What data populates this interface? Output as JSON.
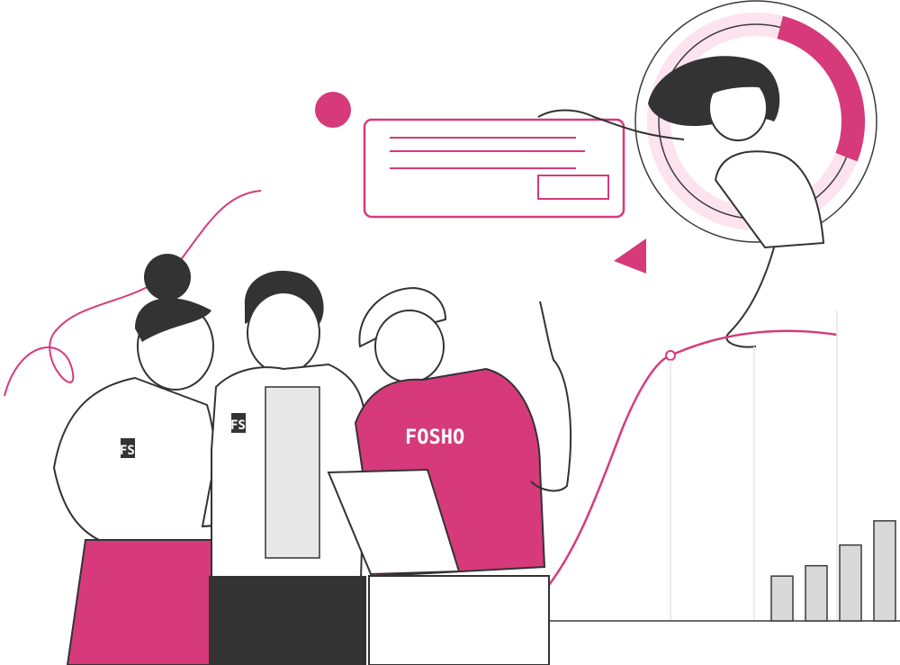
{
  "colors": {
    "accent": "#d63a7a",
    "accent_light": "#fde3ee",
    "ink": "#3a3a3a",
    "hair": "#333333",
    "grey_bar": "#d9d9d9",
    "white": "#ffffff"
  },
  "shirt_text": "FOSHO",
  "logo_text": "FS",
  "chart_data": {
    "type": "bar",
    "values": [
      2.6,
      3.2,
      4.4,
      5.8
    ]
  },
  "donut_progress": 0.27,
  "icons": [
    "message-card-icon",
    "donut-ring-icon",
    "play-triangle-icon",
    "dot-icon"
  ]
}
